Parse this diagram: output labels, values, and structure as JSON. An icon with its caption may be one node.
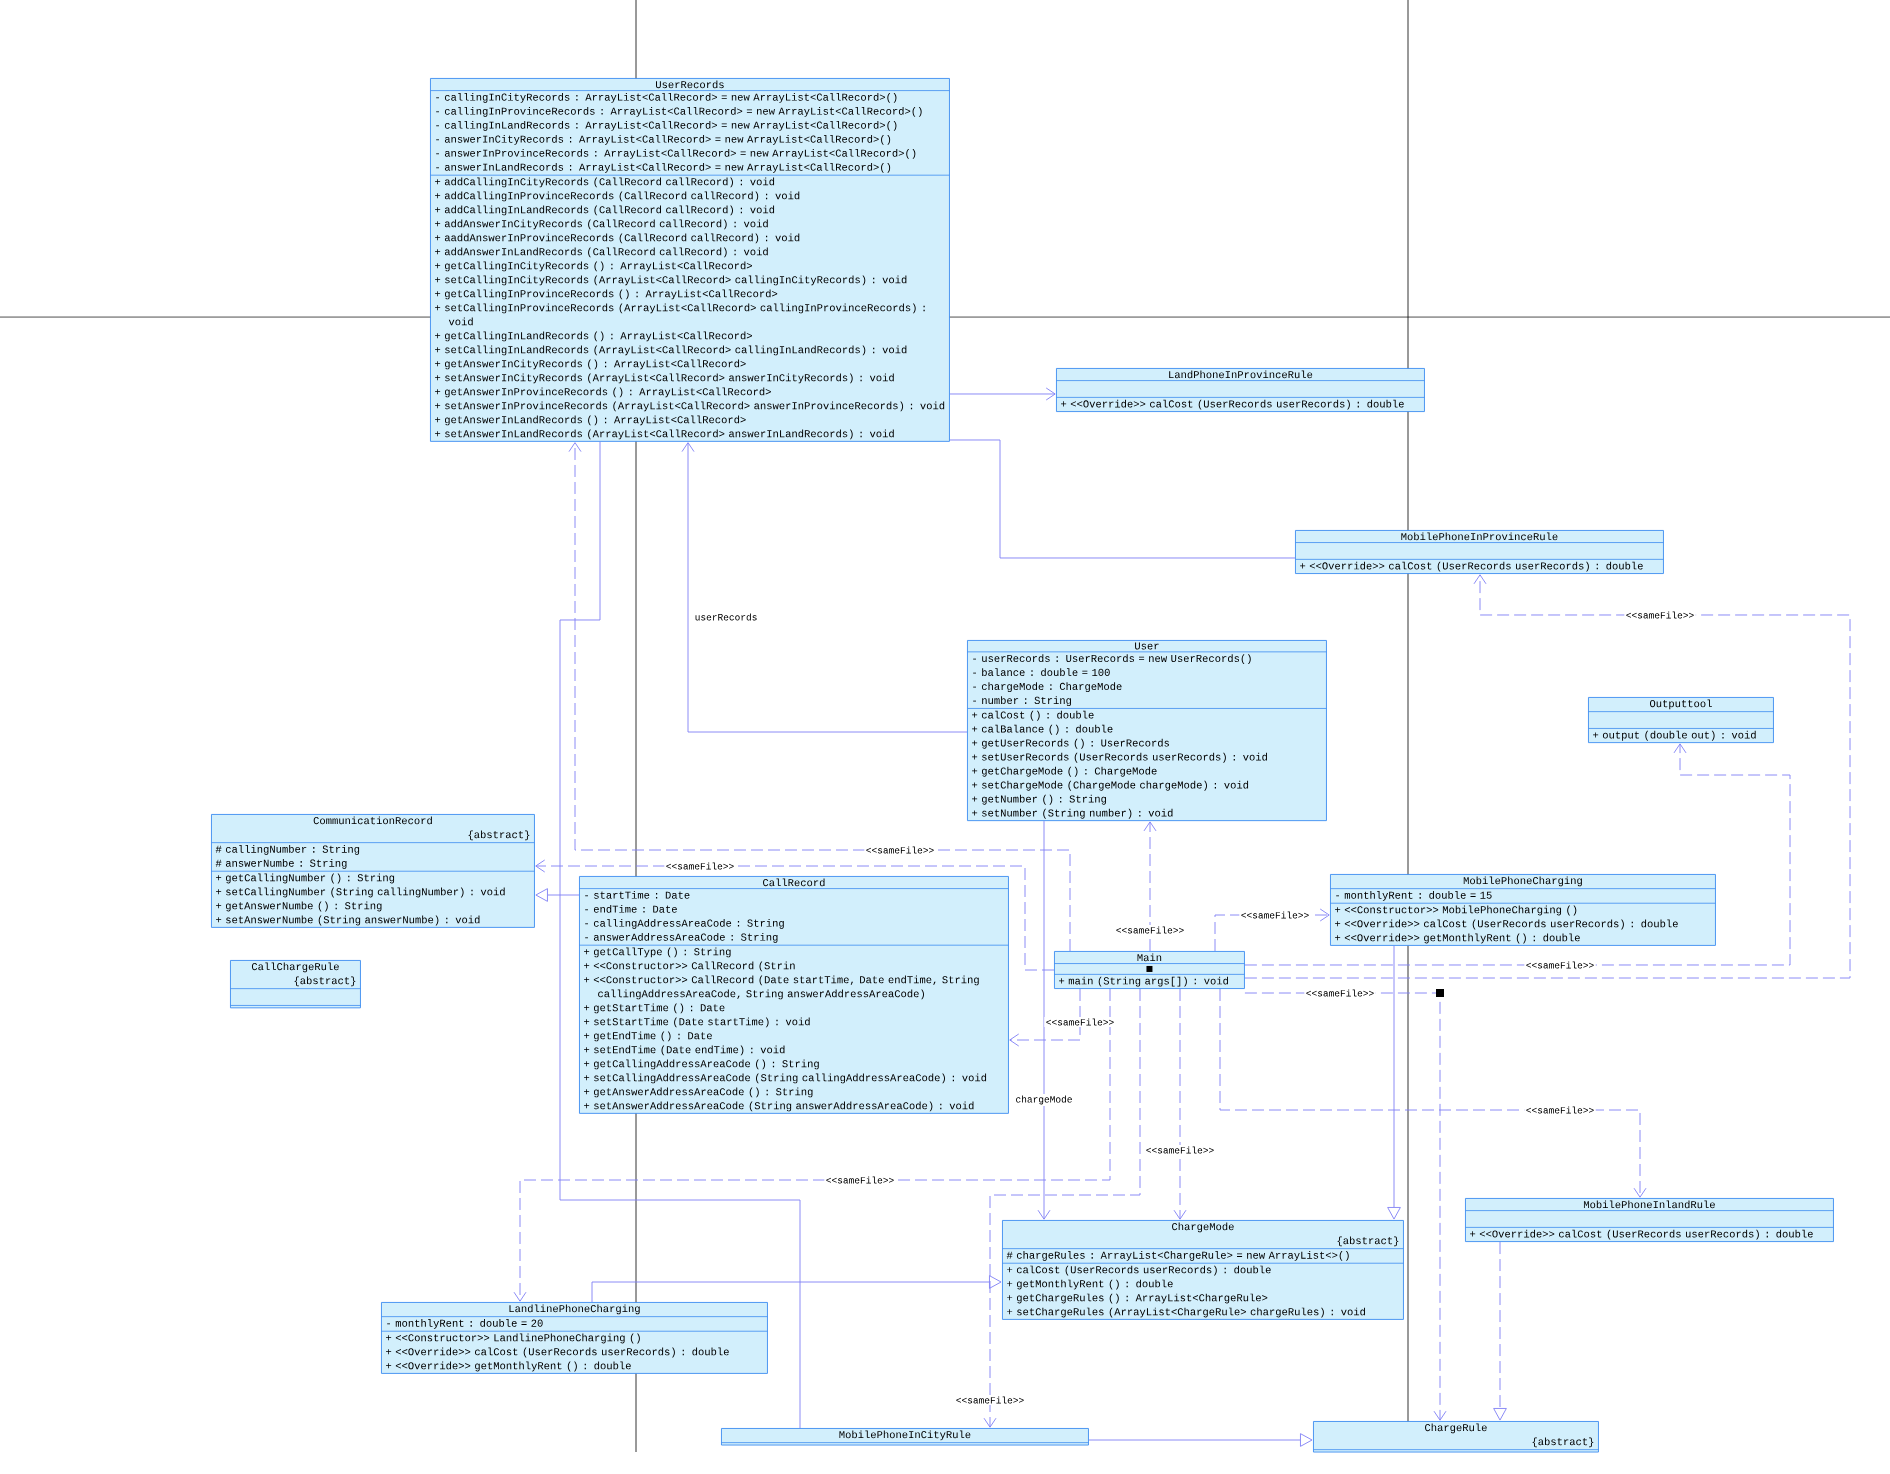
{
  "diagram": {
    "nodes": [
      {
        "text": [
          "UserRecords",
          "- callingInCityRecords : ArrayList<CallRecord> = new ArrayList<CallRecord>()",
          "- callingInProvinceRecords : ArrayList<CallRecord> = new ArrayList<CallRecord>()",
          "- callingInLandRecords : ArrayList<CallRecord> = new ArrayList<CallRecord>()",
          "- answerInCityRecords : ArrayList<CallRecord> = new ArrayList<CallRecord>()",
          "- answerInProvinceRecords : ArrayList<CallRecord> = new ArrayList<CallRecord>()",
          "- answerInLandRecords : ArrayList<CallRecord> = new ArrayList<CallRecord>()",
          "+ addCallingInCityRecords (CallRecord callRecord) : void",
          "+ addCallingInProvinceRecords (CallRecord callRecord) : void",
          "+ addCallingInLandRecords (CallRecord callRecord) : void",
          "+ addAnswerInCityRecords (CallRecord callRecord) : void",
          "+ aaddAnswerInProvinceRecords (CallRecord callRecord) : void",
          "+ addAnswerInLandRecords (CallRecord callRecord) : void",
          "+ getCallingInCityRecords () : ArrayList<CallRecord>",
          "+ setCallingInCityRecords (ArrayList<CallRecord> callingInCityRecords) : void",
          "+ getCallingInProvinceRecords () : ArrayList<CallRecord>",
          "+ setCallingInProvinceRecords (ArrayList<CallRecord> callingInProvinceRecords) : void",
          "+ getCallingInLandRecords () : ArrayList<CallRecord>",
          "+ setCallingInLandRecords (ArrayList<CallRecord> callingInLandRecords) : void",
          "+ getAnswerInCityRecords () : ArrayList<CallRecord>",
          "+ setAnswerInCityRecords (ArrayList<CallRecord> answerInCityRecords) : void",
          "+ getAnswerInProvinceRecords () : ArrayList<CallRecord>",
          "+ setAnswerInProvinceRecords (ArrayList<CallRecord> answerInProvinceRecords) : void",
          "+ getAnswerInLandRecords () : ArrayList<CallRecord>",
          "+ setAnswerInLandRecords (ArrayList<CallRecord> answerInLandRecords) : void"
        ]
      },
      {
        "text": [
          "LandPhoneInProvinceRule",
          "+ <<Override>> calCost (UserRecords userRecords) : double"
        ]
      },
      {
        "text": [
          "MobilePhoneInProvinceRule",
          "+ <<Override>> calCost (UserRecords userRecords) : double"
        ]
      },
      {
        "text": [
          "User",
          "- userRecords : UserRecords = new UserRecords()",
          "- balance : double = 100",
          "- chargeMode : ChargeMode",
          "- number : String",
          "+ calCost () : double",
          "+ calBalance () : double",
          "+ getUserRecords () : UserRecords",
          "+ setUserRecords (UserRecords userRecords) : void",
          "+ getChargeMode () : ChargeMode",
          "+ setChargeMode (ChargeMode chargeMode) : void",
          "+ getNumber () : String",
          "+ setNumber (String number) : void"
        ]
      },
      {
        "text": [
          "Outputtool",
          "+ output (double out) : void"
        ]
      },
      {
        "text": [
          "CommunicationRecord",
          "{abstract}",
          "# callingNumber : String",
          "# answerNumbe : String",
          "+ getCallingNumber () : String",
          "+ setCallingNumber (String callingNumber) : void",
          "+ getAnswerNumbe () : String",
          "+ setAnswerNumbe (String answerNumbe) : void"
        ]
      },
      {
        "text": [
          "CallRecord",
          "- startTime : Date",
          "- endTime : Date",
          "- callingAddressAreaCode : String",
          "- answerAddressAreaCode : String",
          "+ getCallType () : String",
          "+ <<Constructor>> CallRecord (Strin",
          "+ <<Constructor>> CallRecord (Date startTime, Date endTime, String callingAddressAreaCode, String answerAddressAreaCode)",
          "+ getStartTime () : Date",
          "+ setStartTime (Date startTime) : void",
          "+ getEndTime () : Date",
          "+ setEndTime (Date endTime) : void",
          "+ getCallingAddressAreaCode () : String",
          "+ setCallingAddressAreaCode (String callingAddressAreaCode) : void",
          "+ getAnswerAddressAreaCode () : String",
          "+ setAnswerAddressAreaCode (String answerAddressAreaCode) : void"
        ]
      },
      {
        "text": [
          "CallChargeRule",
          "{abstract}"
        ]
      },
      {
        "text": [
          "MobilePhoneCharging",
          "- monthlyRent : double = 15",
          "+ <<Constructor>> MobilePhoneCharging ()",
          "+ <<Override>> calCost (UserRecords userRecords) : double",
          "+ <<Override>> getMonthlyRent () : double"
        ]
      },
      {
        "text": [
          "Main",
          "+ main (String args[]) : void"
        ]
      },
      {
        "text": [
          "MobilePhoneInlandRule",
          "+ <<Override>> calCost (UserRecords userRecords) : double"
        ]
      },
      {
        "text": [
          "ChargeMode",
          "{abstract}",
          "# chargeRules : ArrayList<ChargeRule> = new ArrayList<>()",
          "+ calCost (UserRecords userRecords) : double",
          "+ getMonthlyRent () : double",
          "+ getChargeRules () : ArrayList<ChargeRule>",
          "+ setChargeRules (ArrayList<ChargeRule> chargeRules) : void"
        ]
      },
      {
        "text": [
          "LandlinePhoneCharging",
          "- monthlyRent : double = 20",
          "+ <<Constructor>> LandlinePhoneCharging ()",
          "+ <<Override>> calCost (UserRecords userRecords) : double",
          "+ <<Override>> getMonthlyRent () : double"
        ]
      },
      {
        "text": [
          "MobilePhoneInCityRule"
        ]
      },
      {
        "text": [
          "ChargeRule",
          "{abstract}"
        ]
      }
    ],
    "edges": [
      {
        "from": 3,
        "to": 0,
        "arrow": "to",
        "label": "userRecords"
      },
      {
        "from": 0,
        "to": 1,
        "arrow": "to"
      },
      {
        "from": 0,
        "to": 2,
        "arrow": "none"
      },
      {
        "from": 6,
        "to": 5,
        "arrow": "to"
      },
      {
        "from": 12,
        "to": 11,
        "arrow": "to"
      },
      {
        "from": 8,
        "to": 11,
        "arrow": "to"
      },
      {
        "from": 3,
        "to": 11,
        "arrow": "to",
        "label": "chargeMode"
      },
      {
        "from": 13,
        "to": 0,
        "arrow": "none"
      },
      {
        "from": 10,
        "to": 14,
        "arrow": "to",
        "style": "dashed"
      },
      {
        "from": 13,
        "to": 14,
        "arrow": "to"
      },
      {
        "from": 9,
        "to": 0,
        "arrow": "to",
        "style": "dashed",
        "label": "<<sameFile>>"
      },
      {
        "from": 9,
        "to": 2,
        "arrow": "to",
        "style": "dashed",
        "label": "<<sameFile>>"
      },
      {
        "from": 9,
        "to": 4,
        "arrow": "to",
        "style": "dashed",
        "label": "<<sameFile>>"
      },
      {
        "from": 9,
        "to": 3,
        "arrow": "to",
        "style": "dashed",
        "label": "<<sameFile>>"
      },
      {
        "from": 9,
        "to": 8,
        "arrow": "to",
        "style": "dashed",
        "label": "<<sameFile>>"
      },
      {
        "from": 9,
        "to": 6,
        "arrow": "to",
        "style": "dashed",
        "label": "<<sameFile>>"
      },
      {
        "from": 9,
        "to": 10,
        "arrow": "to",
        "style": "dashed",
        "label": "<<sameFile>>"
      },
      {
        "from": 9,
        "to": 11,
        "arrow": "to",
        "style": "dashed",
        "label": "<<sameFile>>"
      },
      {
        "from": 9,
        "to": 12,
        "arrow": "to",
        "style": "dashed",
        "label": "<<sameFile>>"
      },
      {
        "from": 9,
        "to": 13,
        "arrow": "to",
        "style": "dashed",
        "label": "<<sameFile>>"
      },
      {
        "from": 9,
        "to": 14,
        "arrow": "to",
        "style": "dashed",
        "label": "<<sameFile>>"
      },
      {
        "from": 9,
        "to": 5,
        "arrow": "to",
        "style": "dashed",
        "label": "<<sameFile>>"
      }
    ]
  }
}
